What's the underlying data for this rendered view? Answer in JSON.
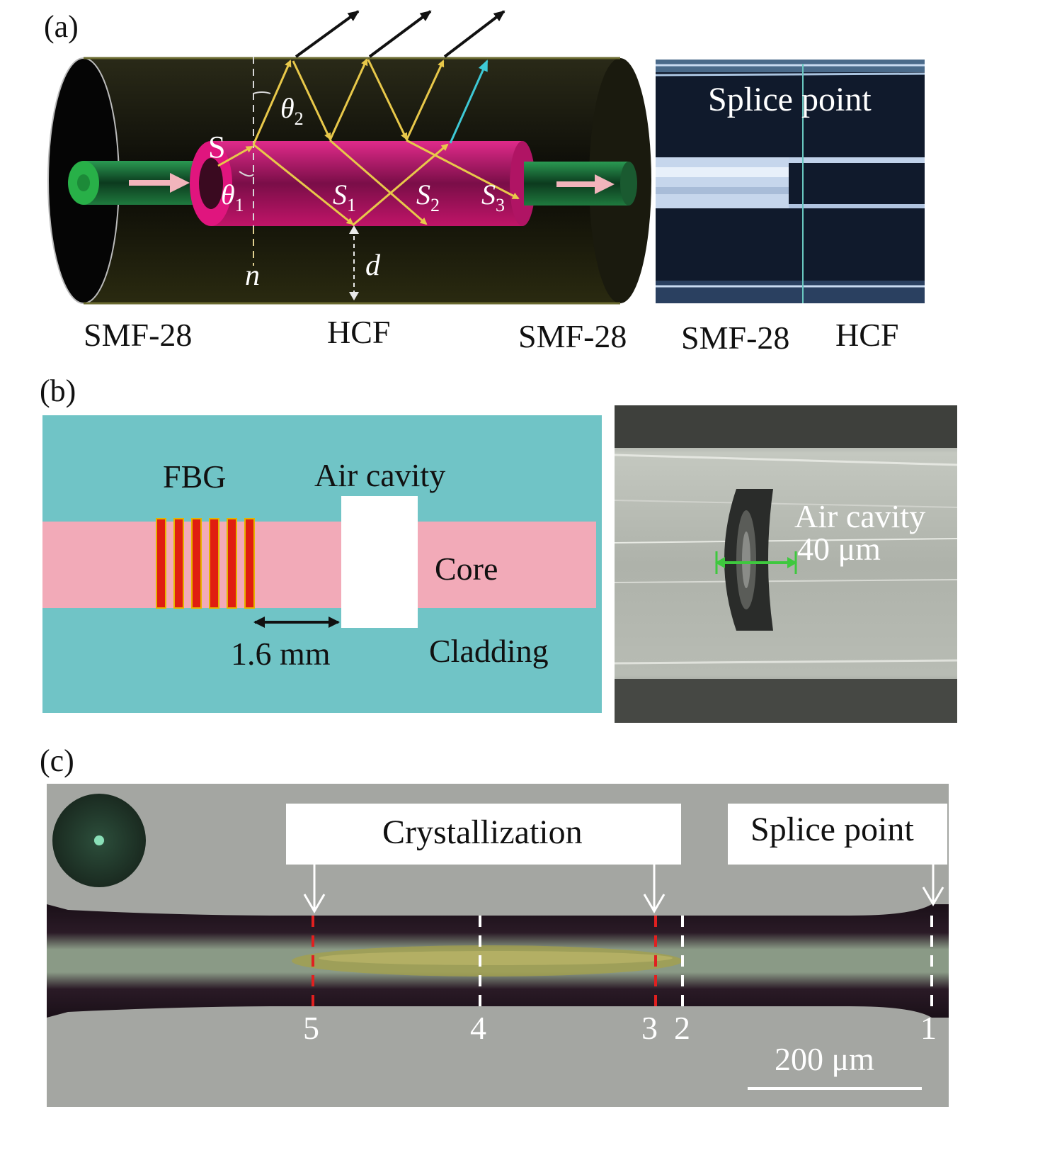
{
  "panel_a": {
    "label": "(a)",
    "S": "S",
    "theta1": "θ",
    "theta1_sub": "1",
    "theta2": "θ",
    "theta2_sub": "2",
    "S1": "S",
    "S1_sub": "1",
    "S2": "S",
    "S2_sub": "2",
    "S3": "S",
    "S3_sub": "3",
    "n": "n",
    "d": "d",
    "smf_left": "SMF-28",
    "hcf": "HCF",
    "smf_right": "SMF-28",
    "photo_title": "Splice point",
    "photo_smf": "SMF-28",
    "photo_hcf": "HCF"
  },
  "panel_b": {
    "label": "(b)",
    "fbg": "FBG",
    "air_cavity": "Air cavity",
    "core": "Core",
    "distance": "1.6 mm",
    "cladding": "Cladding",
    "photo_air_cavity": "Air cavity",
    "photo_size": "40 μm"
  },
  "panel_c": {
    "label": "(c)",
    "crystallization": "Crystallization",
    "splice_point": "Splice point",
    "markers": [
      "5",
      "4",
      "3",
      "2",
      "1"
    ],
    "scale_bar": "200 μm"
  },
  "colors": {
    "cladding_teal": "#70c4c6",
    "core_pink": "#f2aab8",
    "fbg_red": "#e01e10",
    "hcf_magenta": "#e0157e",
    "smf_green": "#1fa34a",
    "ray_yellow": "#e8c84a",
    "ray_cyan": "#3ec9d6"
  }
}
